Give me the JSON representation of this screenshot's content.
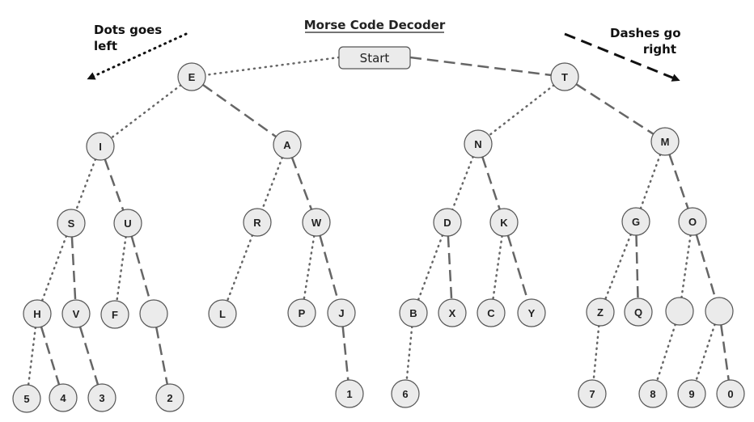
{
  "title": "Morse Code Decoder",
  "left_note": [
    "Dots goes",
    "left"
  ],
  "right_note": [
    "Dashes go",
    "right"
  ],
  "start_label": "Start",
  "colors": {
    "node_fill": "#ebebeb",
    "node_stroke": "#555555",
    "edge": "#666666",
    "arrow": "#111111",
    "text": "#222222"
  },
  "tree": {
    "root": "Start",
    "dot_edge_style": "dotted",
    "dash_edge_style": "dashed",
    "nodes": [
      {
        "id": "E",
        "label": "E",
        "parent": "Start",
        "branch": "dot"
      },
      {
        "id": "T",
        "label": "T",
        "parent": "Start",
        "branch": "dash"
      },
      {
        "id": "I",
        "label": "I",
        "parent": "E",
        "branch": "dot"
      },
      {
        "id": "A",
        "label": "A",
        "parent": "E",
        "branch": "dash"
      },
      {
        "id": "N",
        "label": "N",
        "parent": "T",
        "branch": "dot"
      },
      {
        "id": "M",
        "label": "M",
        "parent": "T",
        "branch": "dash"
      },
      {
        "id": "S",
        "label": "S",
        "parent": "I",
        "branch": "dot"
      },
      {
        "id": "U",
        "label": "U",
        "parent": "I",
        "branch": "dash"
      },
      {
        "id": "R",
        "label": "R",
        "parent": "A",
        "branch": "dot"
      },
      {
        "id": "W",
        "label": "W",
        "parent": "A",
        "branch": "dash"
      },
      {
        "id": "D",
        "label": "D",
        "parent": "N",
        "branch": "dot"
      },
      {
        "id": "K",
        "label": "K",
        "parent": "N",
        "branch": "dash"
      },
      {
        "id": "G",
        "label": "G",
        "parent": "M",
        "branch": "dot"
      },
      {
        "id": "O",
        "label": "O",
        "parent": "M",
        "branch": "dash"
      },
      {
        "id": "H",
        "label": "H",
        "parent": "S",
        "branch": "dot"
      },
      {
        "id": "V",
        "label": "V",
        "parent": "S",
        "branch": "dash"
      },
      {
        "id": "F",
        "label": "F",
        "parent": "U",
        "branch": "dot"
      },
      {
        "id": "U2",
        "label": "",
        "parent": "U",
        "branch": "dash"
      },
      {
        "id": "L",
        "label": "L",
        "parent": "R",
        "branch": "dot"
      },
      {
        "id": "P",
        "label": "P",
        "parent": "W",
        "branch": "dot"
      },
      {
        "id": "J",
        "label": "J",
        "parent": "W",
        "branch": "dash"
      },
      {
        "id": "B",
        "label": "B",
        "parent": "D",
        "branch": "dot"
      },
      {
        "id": "X",
        "label": "X",
        "parent": "D",
        "branch": "dash"
      },
      {
        "id": "C",
        "label": "C",
        "parent": "K",
        "branch": "dot"
      },
      {
        "id": "Y",
        "label": "Y",
        "parent": "K",
        "branch": "dash"
      },
      {
        "id": "Z",
        "label": "Z",
        "parent": "G",
        "branch": "dot"
      },
      {
        "id": "Q",
        "label": "Q",
        "parent": "G",
        "branch": "dash"
      },
      {
        "id": "O1",
        "label": "",
        "parent": "O",
        "branch": "dot"
      },
      {
        "id": "O2",
        "label": "",
        "parent": "O",
        "branch": "dash"
      },
      {
        "id": "5",
        "label": "5",
        "parent": "H",
        "branch": "dot"
      },
      {
        "id": "4",
        "label": "4",
        "parent": "H",
        "branch": "dash"
      },
      {
        "id": "3",
        "label": "3",
        "parent": "V",
        "branch": "dash"
      },
      {
        "id": "2",
        "label": "2",
        "parent": "U2",
        "branch": "dash"
      },
      {
        "id": "1",
        "label": "1",
        "parent": "J",
        "branch": "dash"
      },
      {
        "id": "6",
        "label": "6",
        "parent": "B",
        "branch": "dot"
      },
      {
        "id": "7",
        "label": "7",
        "parent": "Z",
        "branch": "dot"
      },
      {
        "id": "8",
        "label": "8",
        "parent": "O1",
        "branch": "dot"
      },
      {
        "id": "9",
        "label": "9",
        "parent": "O2",
        "branch": "dot"
      },
      {
        "id": "0",
        "label": "0",
        "parent": "O2",
        "branch": "dash"
      }
    ]
  }
}
